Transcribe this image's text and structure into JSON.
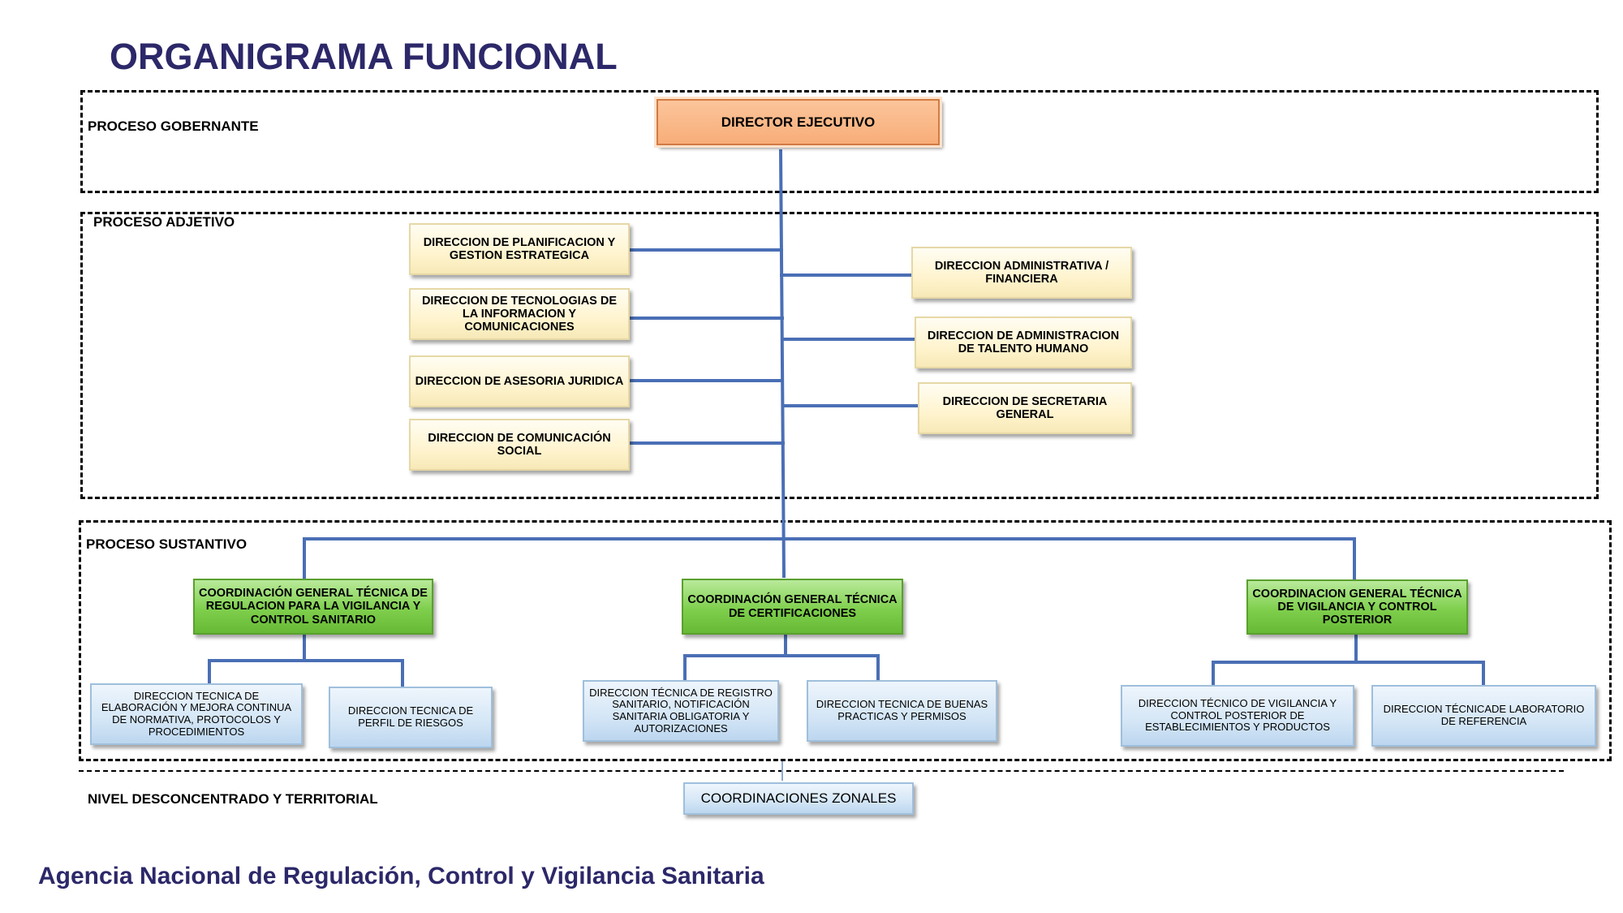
{
  "title": "ORGANIGRAMA FUNCIONAL",
  "footer": "Agencia Nacional de Regulación, Control y Vigilancia Sanitaria",
  "colors": {
    "title": "#2c2869",
    "connector": "#4a6fb5",
    "director_fill": "#f8ad79",
    "cream_fill": "#fff4cf",
    "green_fill": "#7fcf4d",
    "blue_fill": "#d4e6f6"
  },
  "sections": {
    "gobernante": "PROCESO GOBERNANTE",
    "adjetivo": "PROCESO ADJETIVO",
    "sustantivo": "PROCESO SUSTANTIVO",
    "desconcentrado": "NIVEL DESCONCENTRADO Y TERRITORIAL"
  },
  "director": "DIRECTOR  EJECUTIVO",
  "adjetivo_left": [
    "DIRECCION DE PLANIFICACION Y GESTION ESTRATEGICA",
    "DIRECCION DE TECNOLOGIAS DE LA INFORMACION Y COMUNICACIONES",
    "DIRECCION DE ASESORIA JURIDICA",
    "DIRECCION DE COMUNICACIÓN SOCIAL"
  ],
  "adjetivo_right": [
    "DIRECCION ADMINISTRATIVA / FINANCIERA",
    "DIRECCION DE ADMINISTRACION DE TALENTO HUMANO",
    "DIRECCION DE SECRETARIA GENERAL"
  ],
  "coordinaciones": [
    "COORDINACIÓN GENERAL TÉCNICA DE REGULACION PARA LA VIGILANCIA Y CONTROL SANITARIO",
    "COORDINACIÓN GENERAL TÉCNICA DE CERTIFICACIONES",
    "COORDINACION GENERAL TÉCNICA DE VIGILANCIA Y CONTROL POSTERIOR"
  ],
  "direcciones_tecnicas": [
    "DIRECCION TECNICA DE ELABORACIÓN Y MEJORA CONTINUA DE NORMATIVA, PROTOCOLOS Y PROCEDIMIENTOS",
    "DIRECCION TECNICA DE PERFIL DE RIESGOS",
    "DIRECCION TÉCNICA DE REGISTRO SANITARIO, NOTIFICACIÓN SANITARIA OBLIGATORIA Y AUTORIZACIONES",
    "DIRECCION TECNICA DE BUENAS PRACTICAS Y PERMISOS",
    "DIRECCION TÉCNICO DE VIGILANCIA Y CONTROL POSTERIOR DE ESTABLECIMIENTOS Y PRODUCTOS",
    "DIRECCION TÉCNICADE LABORATORIO DE REFERENCIA"
  ],
  "zonales": "COORDINACIONES ZONALES"
}
